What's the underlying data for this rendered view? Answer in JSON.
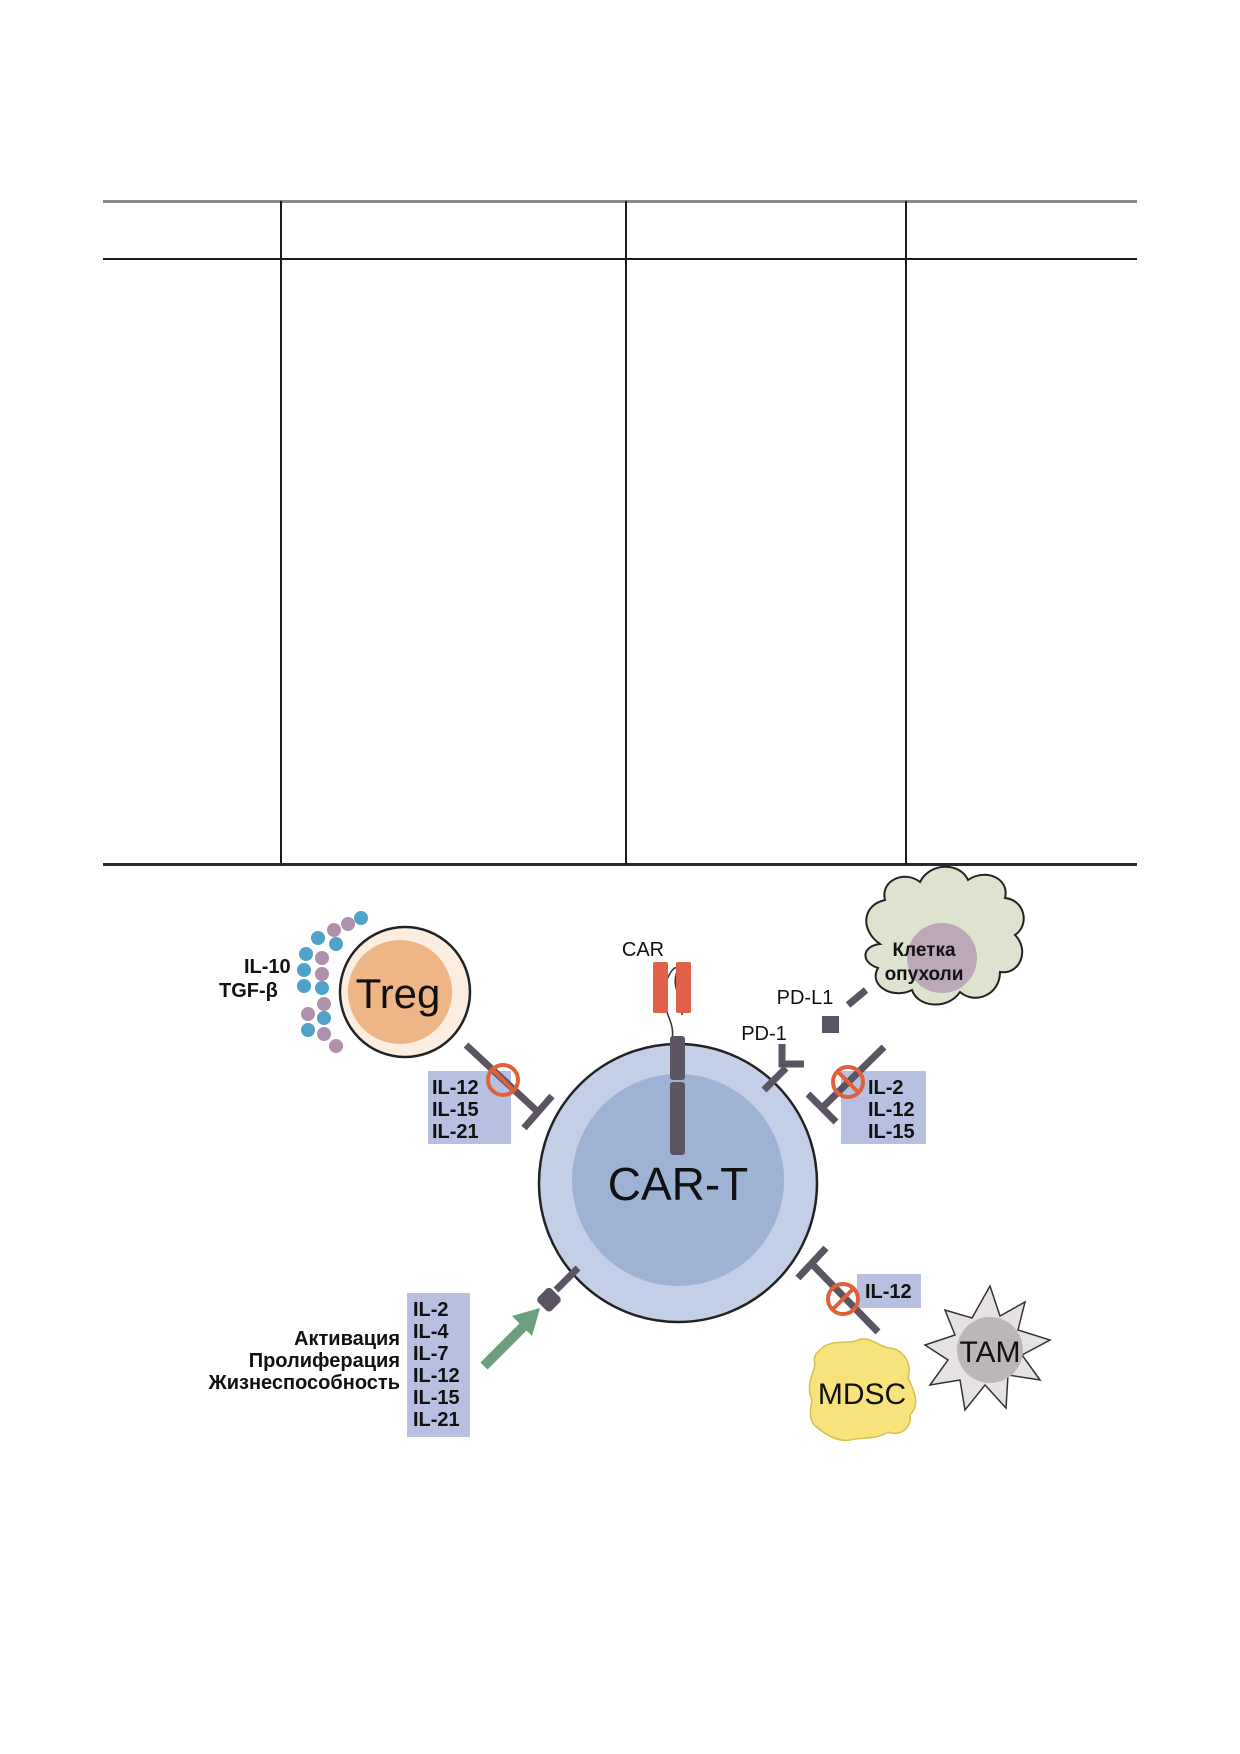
{
  "table": {
    "columns": 4,
    "header_cells": [
      "",
      "",
      "",
      ""
    ],
    "body_cells": [
      "",
      "",
      "",
      ""
    ]
  },
  "figure": {
    "colors": {
      "cart_outer": "#c3cfe6",
      "cart_inner": "#9eb3d4",
      "receptor": "#5a5463",
      "car_domain": "#e0604a",
      "inhibit_symbol": "#e0603a",
      "cytokine_box": "#b8c0e2",
      "treg_outer": "#fbeee0",
      "treg_inner": "#eeb587",
      "dot_blue": "#4fa3c9",
      "dot_mauve": "#b091ad",
      "tumor_body": "#dde3cf",
      "tumor_nucleus": "#bca8b8",
      "mdsc": "#f8e27c",
      "tam_body": "#e6e2e2",
      "tam_nucleus": "#bdb6b6",
      "activation_arrow": "#6b9f7d"
    },
    "cart": {
      "label": "CAR-T"
    },
    "car": {
      "label": "CAR"
    },
    "pd1": {
      "label": "PD-1"
    },
    "pdl1": {
      "label": "PD-L1"
    },
    "treg": {
      "label": "Treg",
      "secreted": [
        "IL-10",
        "TGF-β"
      ],
      "blocked_cytokines": [
        "IL-12",
        "IL-15",
        "IL-21"
      ]
    },
    "tumor": {
      "label_line1": "Клетка",
      "label_line2": "опухоли",
      "blocked_cytokines": [
        "IL-2",
        "IL-12",
        "IL-15"
      ]
    },
    "mdsc": {
      "label": "MDSC",
      "blocked_cytokines": [
        "IL-12"
      ]
    },
    "tam": {
      "label": "TAM"
    },
    "activation": {
      "effects": [
        "Активация",
        "Пролиферация",
        "Жизнеспособность"
      ],
      "cytokines": [
        "IL-2",
        "IL-4",
        "IL-7",
        "IL-12",
        "IL-15",
        "IL-21"
      ]
    }
  }
}
